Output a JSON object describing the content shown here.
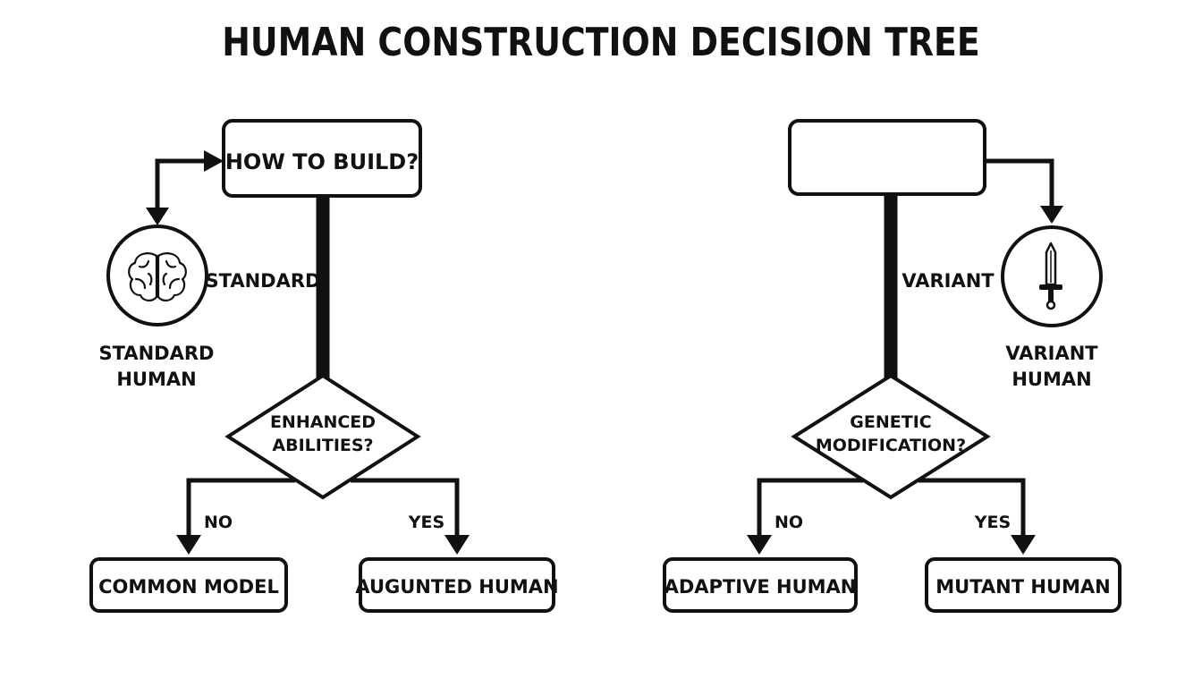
{
  "title": "HUMAN CONSTRUCTION DECISION TREE",
  "left": {
    "root_question": "HOW TO BUILD?",
    "branch_label": "STANDARD",
    "side_icon": "brain-icon",
    "side_label_line1": "STANDARD",
    "side_label_line2": "HUMAN",
    "decision_line1": "ENHANCED",
    "decision_line2": "ABILITIES?",
    "no_label": "NO",
    "yes_label": "YES",
    "no_outcome": "COMMON MODEL",
    "yes_outcome": "AUGUNTED HUMAN"
  },
  "right": {
    "root_question": "",
    "branch_label": "VARIANT",
    "side_icon": "sword-icon",
    "side_label_line1": "VARIANT",
    "side_label_line2": "HUMAN",
    "decision_line1": "GENETIC",
    "decision_line2": "MODIFICATION?",
    "no_label": "NO",
    "yes_label": "YES",
    "no_outcome": "ADAPTIVE HUMAN",
    "yes_outcome": "MUTANT HUMAN"
  },
  "colors": {
    "ink": "#111111",
    "background": "#ffffff"
  }
}
